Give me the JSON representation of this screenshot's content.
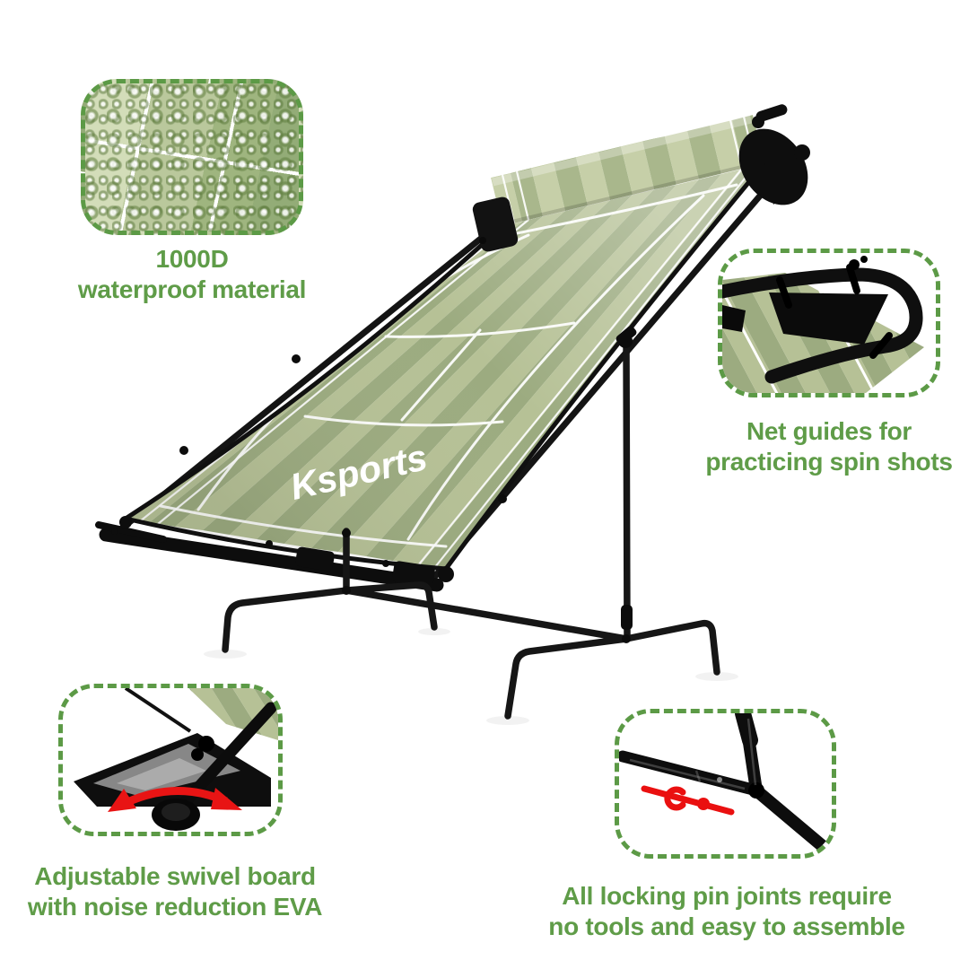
{
  "product": {
    "logo": "Ksports",
    "description": "tennis rebound net with striped court fabric"
  },
  "callouts": {
    "waterproof": {
      "line1": "1000D",
      "line2": "waterproof material"
    },
    "net_guides": {
      "line1": "Net guides for",
      "line2": "practicing spin shots"
    },
    "swivel": {
      "line1": "Adjustable swivel board",
      "line2": "with noise reduction EVA"
    },
    "pins": {
      "line1": "All locking pin joints require",
      "line2": "no tools and easy to assemble"
    }
  },
  "colors": {
    "accent_green_dashed": "#5c9a46",
    "text_green": "#5f9c48",
    "fabric_light": "#b6c196",
    "fabric_dark": "#9cab80",
    "roller_light": "#c6cfa8",
    "roller_dark": "#a9b78c",
    "frame_black": "#111111",
    "arrow_red": "#e81414",
    "court_line_white": "#ffffff"
  }
}
